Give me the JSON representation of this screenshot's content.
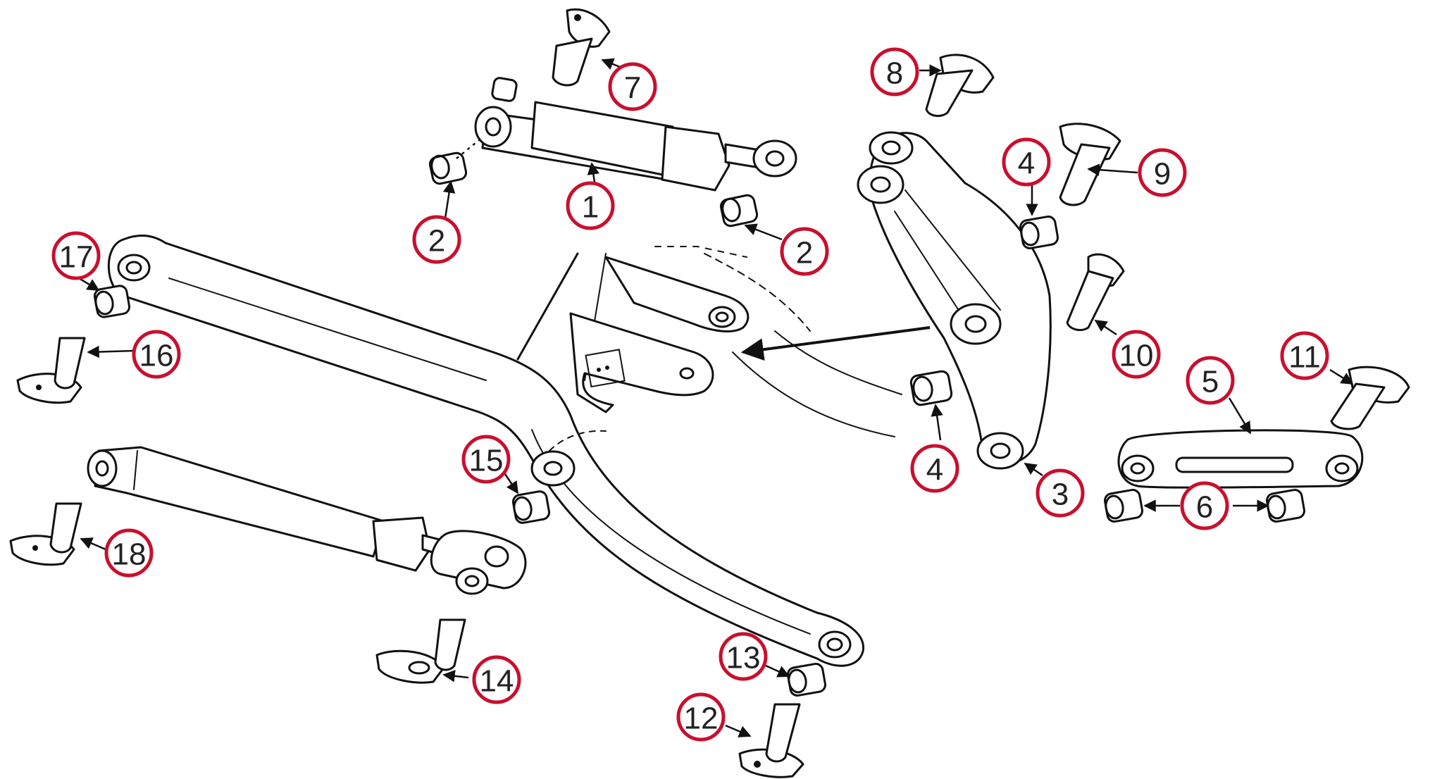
{
  "colors": {
    "callout_ring": "#c8102e",
    "line_art": "#111111",
    "background": "#ffffff"
  },
  "callouts": [
    {
      "label": "1",
      "part": "hydraulic-cylinder"
    },
    {
      "label": "2",
      "part": "bushing"
    },
    {
      "label": "2",
      "part": "bushing"
    },
    {
      "label": "3",
      "part": "bellcrank-lever"
    },
    {
      "label": "4",
      "part": "bushing"
    },
    {
      "label": "4",
      "part": "bushing"
    },
    {
      "label": "5",
      "part": "link-bar"
    },
    {
      "label": "6",
      "part": "bushing-pair"
    },
    {
      "label": "7",
      "part": "pivot-pin"
    },
    {
      "label": "8",
      "part": "pivot-pin"
    },
    {
      "label": "9",
      "part": "pivot-pin"
    },
    {
      "label": "10",
      "part": "pivot-pin"
    },
    {
      "label": "11",
      "part": "pivot-pin"
    },
    {
      "label": "12",
      "part": "pivot-pin"
    },
    {
      "label": "13",
      "part": "bushing"
    },
    {
      "label": "14",
      "part": "pivot-pin"
    },
    {
      "label": "15",
      "part": "bushing"
    },
    {
      "label": "16",
      "part": "pivot-pin"
    },
    {
      "label": "17",
      "part": "bushing"
    },
    {
      "label": "18",
      "part": "pivot-pin"
    }
  ]
}
